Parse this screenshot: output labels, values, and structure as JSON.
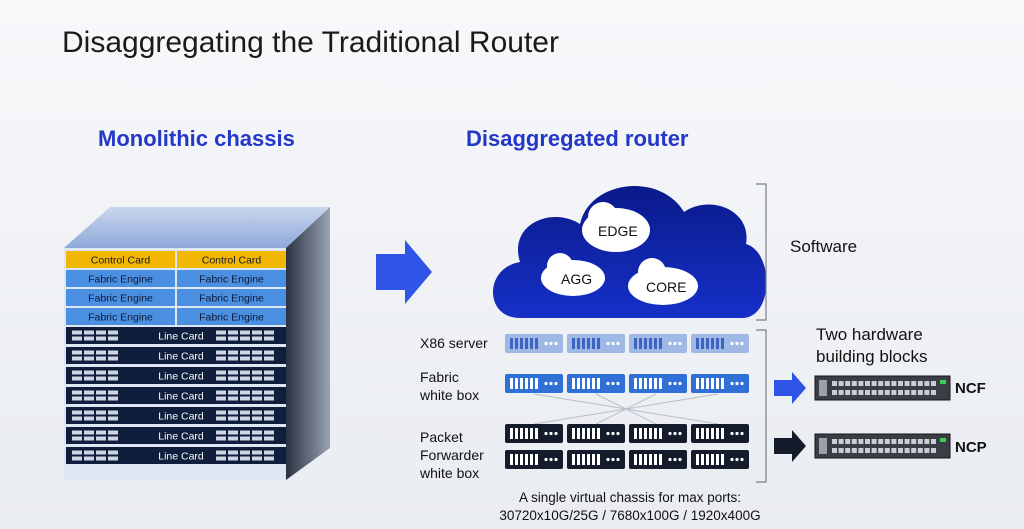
{
  "title": "Disaggregating the Traditional Router",
  "left": {
    "heading": "Monolithic chassis",
    "control_cards": [
      "Control Card",
      "Control Card"
    ],
    "fabric_engines": [
      "Fabric Engine",
      "Fabric Engine",
      "Fabric Engine",
      "Fabric Engine",
      "Fabric Engine",
      "Fabric Engine"
    ],
    "line_cards": [
      "Line Card",
      "Line Card",
      "Line Card",
      "Line Card",
      "Line Card",
      "Line Card",
      "Line Card"
    ]
  },
  "right": {
    "heading": "Disaggregated router",
    "cloud": {
      "edge": "EDGE",
      "agg": "AGG",
      "core": "CORE"
    },
    "software_label": "Software",
    "x86_label": "X86 server",
    "fabric_label": "Fabric\nwhite box",
    "packet_label": "Packet\nForwarder\nwhite box",
    "hardware_label": "Two hardware\nbuilding blocks",
    "ncf": "NCF",
    "ncp": "NCP",
    "caption_line1": "A single virtual chassis for max ports:",
    "caption_line2": "30720x10G/25G / 7680x100G / 1920x400G"
  },
  "colors": {
    "accent": "#2438c8",
    "control": "#f2b705",
    "fabric": "#4b8fe0",
    "linecard": "#0f1e3c",
    "server": "#2f6fd6",
    "dark": "#141c2c"
  }
}
